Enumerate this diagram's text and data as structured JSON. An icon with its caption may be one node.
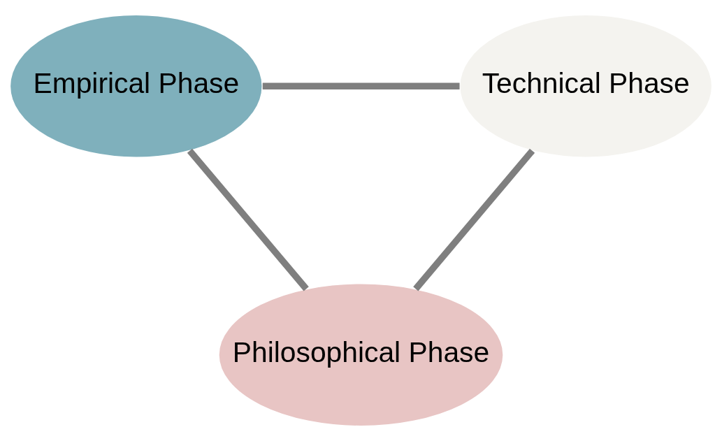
{
  "diagram": {
    "nodes": [
      {
        "text": [
          "Empirical Phase"
        ]
      },
      {
        "text": [
          "Technical Phase"
        ]
      },
      {
        "text": [
          "Philosophical Phase"
        ]
      }
    ],
    "edges": [
      {
        "from": 0,
        "to": 1,
        "arrow": "none"
      },
      {
        "from": 1,
        "to": 2,
        "arrow": "none"
      },
      {
        "from": 2,
        "to": 0,
        "arrow": "none"
      }
    ]
  }
}
